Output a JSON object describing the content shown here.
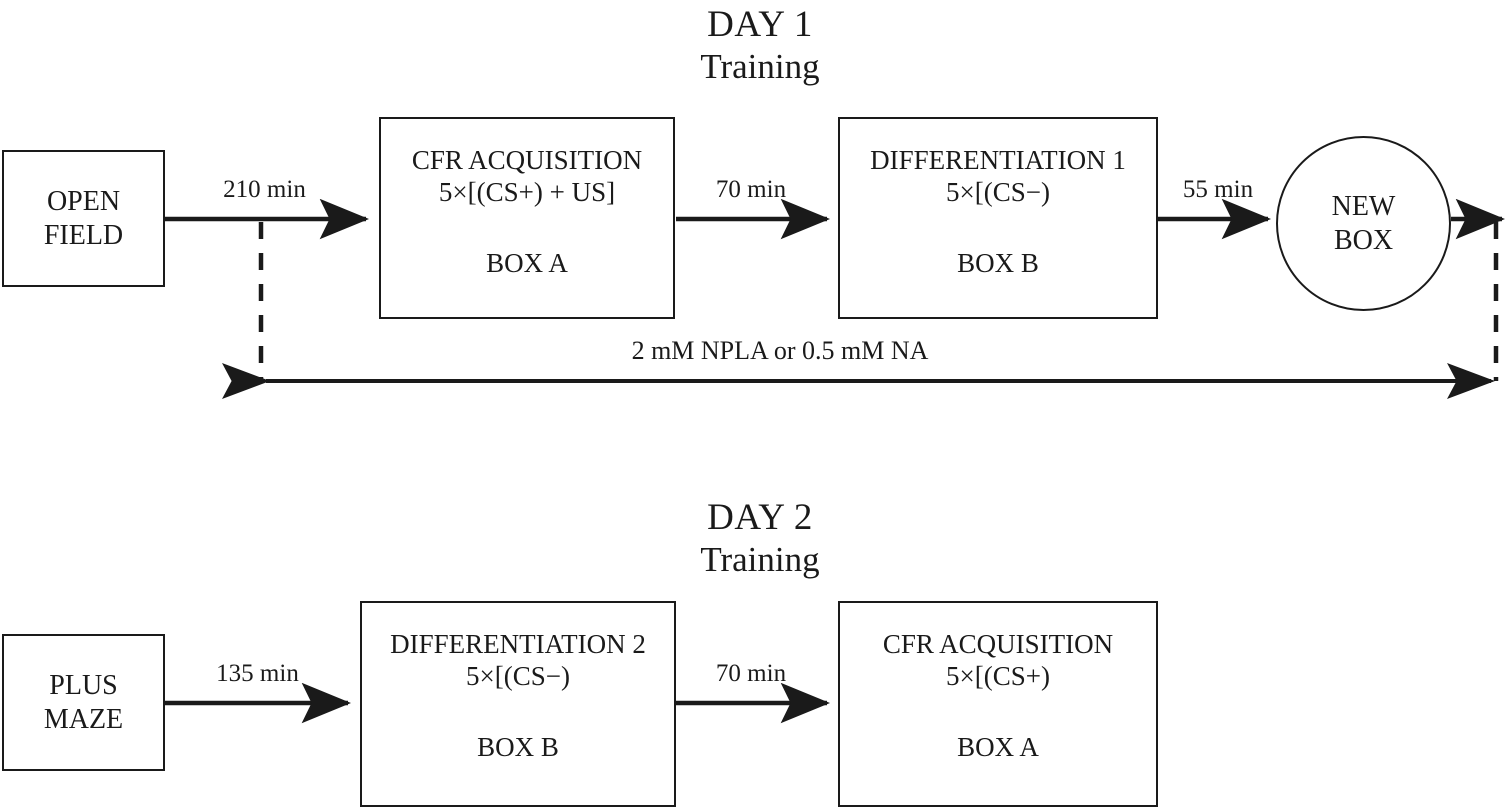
{
  "diagram": {
    "title_day1": "DAY 1",
    "subtitle_day1": "Training",
    "title_day2": "DAY 2",
    "subtitle_day2": "Training",
    "drug_label": "2 mM NPLA or 0.5 mM NA"
  },
  "day1": {
    "nodes": {
      "open_field": {
        "line1": "OPEN",
        "line2": "FIELD"
      },
      "cfr_acquisition": {
        "line1": "CFR ACQUISITION",
        "line2": "5×[(CS+) + US]",
        "line3": "BOX A"
      },
      "differentiation1": {
        "line1": "DIFFERENTIATION 1",
        "line2": "5×[(CS−)",
        "line3": "BOX B"
      },
      "new_box": {
        "line1": "NEW",
        "line2": "BOX"
      }
    },
    "intervals": {
      "open_to_cfr": "210 min",
      "cfr_to_diff": "70 min",
      "diff_to_newbox": "55 min"
    }
  },
  "day2": {
    "nodes": {
      "plus_maze": {
        "line1": "PLUS",
        "line2": "MAZE"
      },
      "differentiation2": {
        "line1": "DIFFERENTIATION 2",
        "line2": "5×[(CS−)",
        "line3": "BOX B"
      },
      "cfr_acquisition": {
        "line1": "CFR ACQUISITION",
        "line2": "5×[(CS+)",
        "line3": "BOX A"
      }
    },
    "intervals": {
      "maze_to_diff": "135 min",
      "diff_to_cfr": "70 min"
    }
  }
}
